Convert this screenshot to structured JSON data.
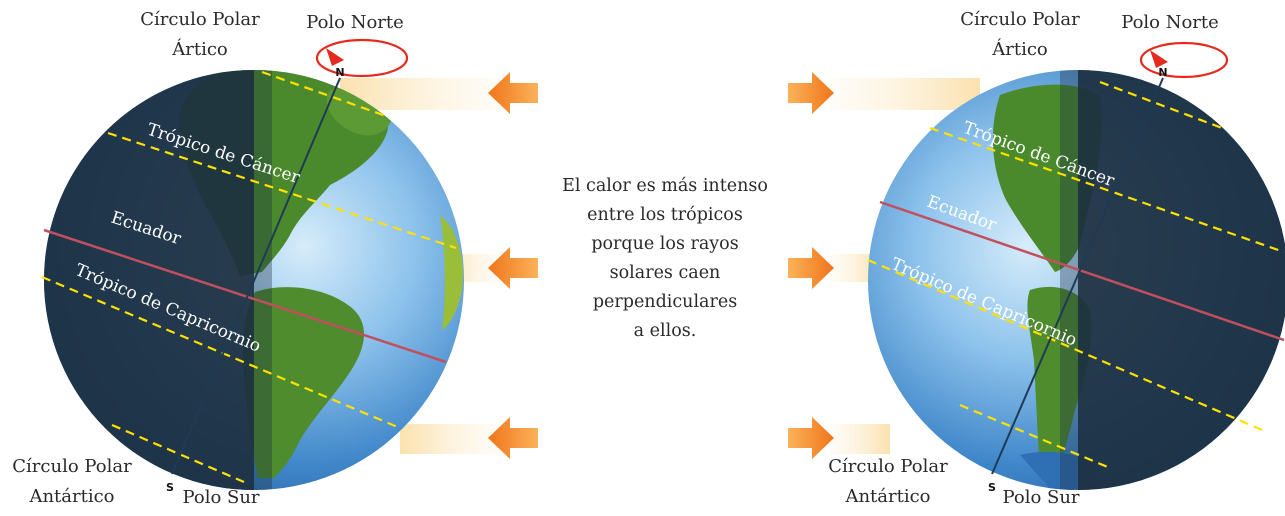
{
  "left_globe": {
    "arctic_circle": [
      "Círculo Polar",
      "Ártico"
    ],
    "north_pole": "Polo Norte",
    "north_marker": "N",
    "tropic_cancer": "Trópico de Cáncer",
    "equator": "Ecuador",
    "tropic_capricorn": "Trópico de Capricornio",
    "antarctic_circle": [
      "Círculo Polar",
      "Antártico"
    ],
    "south_marker": "S",
    "south_pole": "Polo Sur"
  },
  "right_globe": {
    "arctic_circle": [
      "Círculo Polar",
      "Ártico"
    ],
    "north_pole": "Polo Norte",
    "north_marker": "N",
    "tropic_cancer": "Trópico de Cáncer",
    "equator": "Ecuador",
    "tropic_capricorn": "Trópico de Capricornio",
    "antarctic_circle": [
      "Círculo Polar",
      "Antártico"
    ],
    "south_marker": "S",
    "south_pole": "Polo Sur"
  },
  "center_text": [
    "El calor es más intenso",
    "entre los trópicos",
    "porque los rayos",
    "solares caen",
    "perpendiculares",
    "a ellos."
  ],
  "colors": {
    "ocean_light": "#cfe6f7",
    "ocean_mid": "#4a8fcf",
    "ocean_dark": "#2a5f9a",
    "land": "#4f8f2e",
    "night": "#1f3346",
    "tropic_line": "#ffe100",
    "equator_line": "#c0505e",
    "axis_line": "#1e3a55",
    "rotation_arrow": "#e52a1e",
    "sun_arrow": "#f7901e",
    "ray_glow": "#fbe3b4"
  },
  "icons": {
    "sun_rays": "orange-arrow-icon",
    "rotation": "curved-rotation-arrow-icon"
  }
}
